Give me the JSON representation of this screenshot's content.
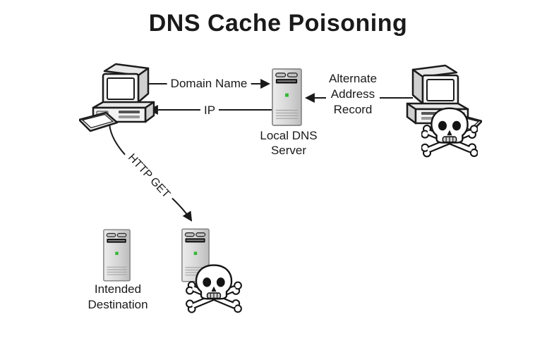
{
  "title": "DNS Cache Poisoning",
  "labels": {
    "domain_name": "Domain Name",
    "ip": "IP",
    "alternate_address_record": "Alternate\nAddress\nRecord",
    "http_get": "HTTP GET",
    "local_dns_server": "Local DNS\nServer",
    "intended_destination": "Intended\nDestination"
  },
  "nodes": [
    {
      "id": "client-computer",
      "icon": "desktop-computer-icon",
      "label": ""
    },
    {
      "id": "local-dns-server",
      "icon": "server-tower-icon",
      "label": "Local DNS Server"
    },
    {
      "id": "attacker-computer",
      "icon": "desktop-computer-icon",
      "overlay": "skull-crossbones-icon",
      "label": ""
    },
    {
      "id": "intended-destination-server",
      "icon": "server-tower-icon",
      "label": "Intended Destination"
    },
    {
      "id": "poisoned-server",
      "icon": "server-tower-icon",
      "overlay": "skull-crossbones-icon",
      "label": ""
    }
  ],
  "edges": [
    {
      "from": "client-computer",
      "to": "local-dns-server",
      "label": "Domain Name",
      "direction": "right"
    },
    {
      "from": "local-dns-server",
      "to": "client-computer",
      "label": "IP",
      "direction": "left"
    },
    {
      "from": "attacker-computer",
      "to": "local-dns-server",
      "label": "Alternate Address Record",
      "direction": "left"
    },
    {
      "from": "client-computer",
      "to": "poisoned-server",
      "label": "HTTP GET",
      "direction": "curved-down"
    }
  ],
  "colors": {
    "background": "#ffffff",
    "line": "#1a1a1a",
    "text": "#1a1a1a",
    "server_led_green": "#35b835",
    "server_body": "#d9d9d9",
    "skull_fill": "#ffffff",
    "outline": "#1c1c1c"
  }
}
